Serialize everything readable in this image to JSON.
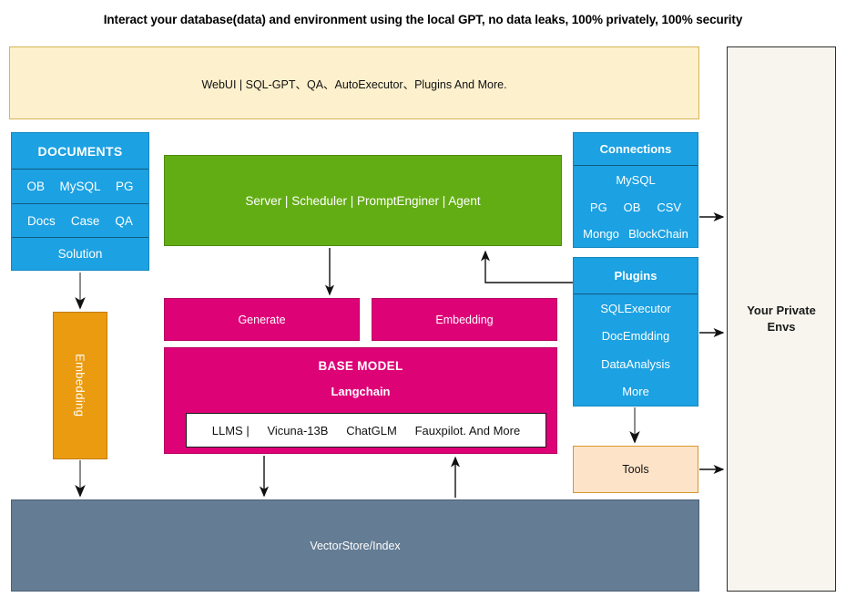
{
  "title": "Interact your database(data) and environment using the local GPT, no data leaks, 100% privately, 100% security",
  "webui": {
    "label": "WebUI | SQL-GPT、QA、AutoExecutor、Plugins And More."
  },
  "private_envs": {
    "label": "Your Private\nEnvs",
    "line1": "Your Private",
    "line2": "Envs"
  },
  "documents": {
    "header": "DOCUMENTS",
    "databases": [
      "OB",
      "MySQL",
      "PG"
    ],
    "kinds": [
      "Docs",
      "Case",
      "QA"
    ],
    "solution": "Solution"
  },
  "embedding_left": {
    "label": "Embedding"
  },
  "server": {
    "label": "Server | Scheduler | PromptEnginer | Agent"
  },
  "generate": {
    "label": "Generate"
  },
  "embedding_center": {
    "label": "Embedding"
  },
  "base_model": {
    "title": "BASE MODEL",
    "framework": "Langchain",
    "llms": [
      "LLMS |",
      "Vicuna-13B",
      "ChatGLM",
      "Fauxpilot. And More"
    ]
  },
  "vectorstore": {
    "label": "VectorStore/Index"
  },
  "connections": {
    "header": "Connections",
    "row1": [
      "MySQL"
    ],
    "row2": [
      "PG",
      "OB",
      "CSV"
    ],
    "row3": [
      "Mongo",
      "BlockChain"
    ]
  },
  "plugins": {
    "header": "Plugins",
    "items": [
      "SQLExecutor",
      "DocEmdding",
      "DataAnalysis",
      "More"
    ]
  },
  "tools": {
    "label": "Tools"
  },
  "colors": {
    "blue": "#1ca1e2",
    "green": "#63ad14",
    "pink": "#de0277",
    "orange": "#eb9b10",
    "slate": "#647c94",
    "cream": "#fdf0cd",
    "peach": "#fde3c8",
    "envs": "#f7f5ee"
  }
}
